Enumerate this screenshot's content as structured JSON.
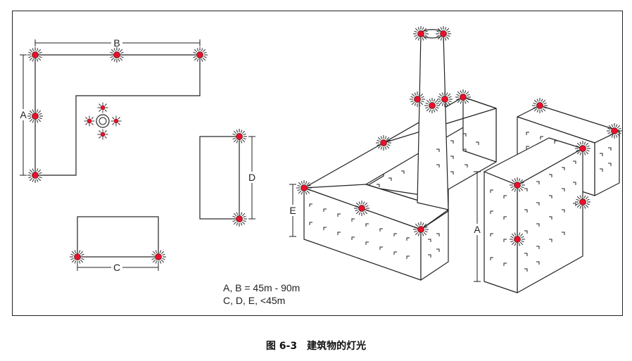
{
  "labels": {
    "A": "A",
    "B": "B",
    "C": "C",
    "D": "D",
    "E": "E",
    "A_building": "A"
  },
  "notes": {
    "line1": "A, B = 45m - 90m",
    "line2": "C, D, E, <45m"
  },
  "caption": {
    "number": "图 6-3",
    "title": "建筑物的灯光"
  },
  "colors": {
    "light": "#e8102a",
    "line": "#222222"
  }
}
